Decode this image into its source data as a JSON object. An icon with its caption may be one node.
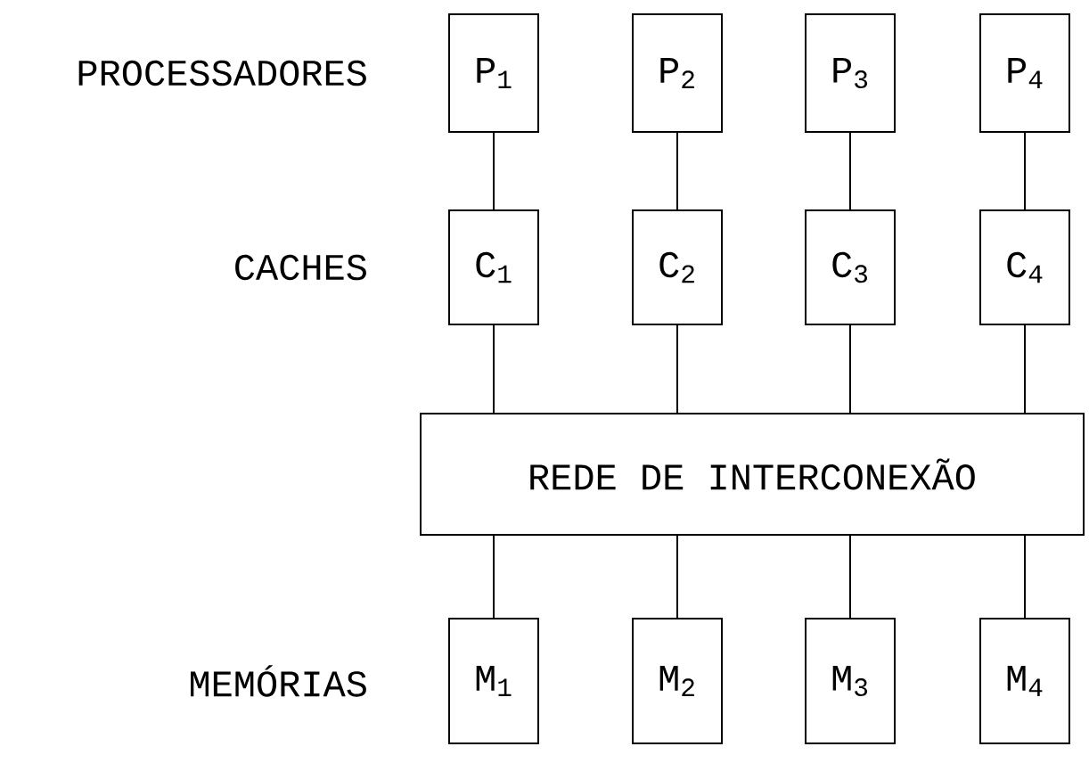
{
  "diagram": {
    "nodes": [
      {
        "text": [
          "P$_{1}$"
        ]
      },
      {
        "text": [
          "P$_{2}$"
        ]
      },
      {
        "text": [
          "P$_{3}$"
        ]
      },
      {
        "text": [
          "P$_{4}$"
        ]
      },
      {
        "text": [
          "C$_{1}$"
        ]
      },
      {
        "text": [
          "C$_{2}$"
        ]
      },
      {
        "text": [
          "C$_{3}$"
        ]
      },
      {
        "text": [
          "C$_{4}$"
        ]
      },
      {
        "text": [
          "REDE DE INTERCONEXÃO"
        ]
      },
      {
        "text": [
          "M$_{1}$"
        ]
      },
      {
        "text": [
          "M$_{2}$"
        ]
      },
      {
        "text": [
          "M$_{3}$"
        ]
      },
      {
        "text": [
          "M$_{4}$"
        ]
      }
    ],
    "edges": [
      {
        "from": 0,
        "to": 4,
        "arrow": "none"
      },
      {
        "from": 1,
        "to": 5,
        "arrow": "none"
      },
      {
        "from": 2,
        "to": 6,
        "arrow": "none"
      },
      {
        "from": 3,
        "to": 7,
        "arrow": "none"
      },
      {
        "from": 4,
        "to": 8,
        "arrow": "none"
      },
      {
        "from": 5,
        "to": 8,
        "arrow": "none"
      },
      {
        "from": 6,
        "to": 8,
        "arrow": "none"
      },
      {
        "from": 7,
        "to": 8,
        "arrow": "none"
      },
      {
        "from": 8,
        "to": 9,
        "arrow": "none"
      },
      {
        "from": 8,
        "to": 10,
        "arrow": "none"
      },
      {
        "from": 8,
        "to": 11,
        "arrow": "none"
      },
      {
        "from": 8,
        "to": 12,
        "arrow": "none"
      }
    ],
    "labels": [
      "PROCESSADORES",
      "CACHES",
      "MEMÓRIAS"
    ]
  }
}
